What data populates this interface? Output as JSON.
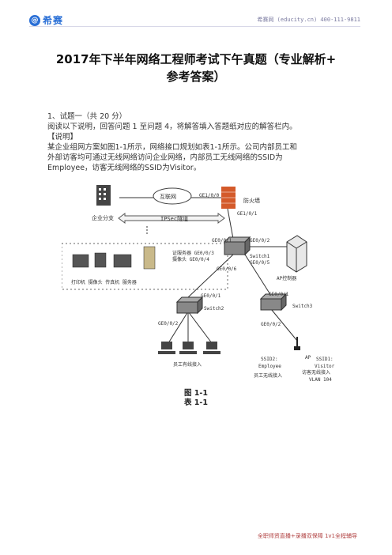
{
  "header": {
    "logo_mark": "@",
    "logo_text": "希赛",
    "contact": "希赛网 (educity.cn) 400-111-9811"
  },
  "title_line1": "2017年下半年网络工程师考试下午真题（专业解析+",
  "title_line2": "参考答案）",
  "question": {
    "heading": "1、试题一（共 20 分）",
    "instruction": "阅读以下说明，回答问题 1 至问题 4，将解答填入答题纸对应的解答栏内。",
    "section_label": "【说明】",
    "para1": "某企业组网方案如图1-1所示，网络接口规划如表1-1所示。公司内部员工和",
    "para2": "外部访客均可通过无线网络访问企业网络，内部员工无线网络的SSID为",
    "para3": "Employee，访客无线网络的SSID为Visitor。"
  },
  "diagram": {
    "internet": "互联网",
    "branch": "企业分支",
    "tunnel": "IPSec隧道",
    "firewall": "防火墙",
    "ge1_0_0": "GE1/0/0",
    "ge1_0_1": "GE1/0/1",
    "ge0_0_1_fw": "GE0/0/1",
    "ge0_0_2": "GE0/0/2",
    "switch1": "Switch1",
    "ge0_0_5": "GE0/0/5",
    "ac": "AP控制器",
    "ge0_0_3": "证服务器 GE0/0/3",
    "ge0_0_4": "摄像头 GE0/0/4",
    "ge0_0_6": "GE0/0/6",
    "devices": "打印机 摄像头 传真机 服务器",
    "s2_ge0_0_1": "GE0/0/1",
    "switch2": "Switch2",
    "s2_ge0_0_2": "GE0/0/2",
    "wired": "员工有线接入",
    "s3_ge0_0_1": "GE0/0/1",
    "switch3": "Switch3",
    "s3_ge0_0_2": "GE0/0/2",
    "ap": "AP",
    "ssid2": "SSID2:",
    "employee": "Employee",
    "wireless": "员工无线接入",
    "ssid1": "SSID1:",
    "visitor": "Visitor",
    "guest": "访客无线接入",
    "vlan": "VLAN 104"
  },
  "fig_caption": "图 1-1",
  "table_caption": "表 1-1",
  "footer": "全职师资直播+录播双保障  1v1全程辅导"
}
